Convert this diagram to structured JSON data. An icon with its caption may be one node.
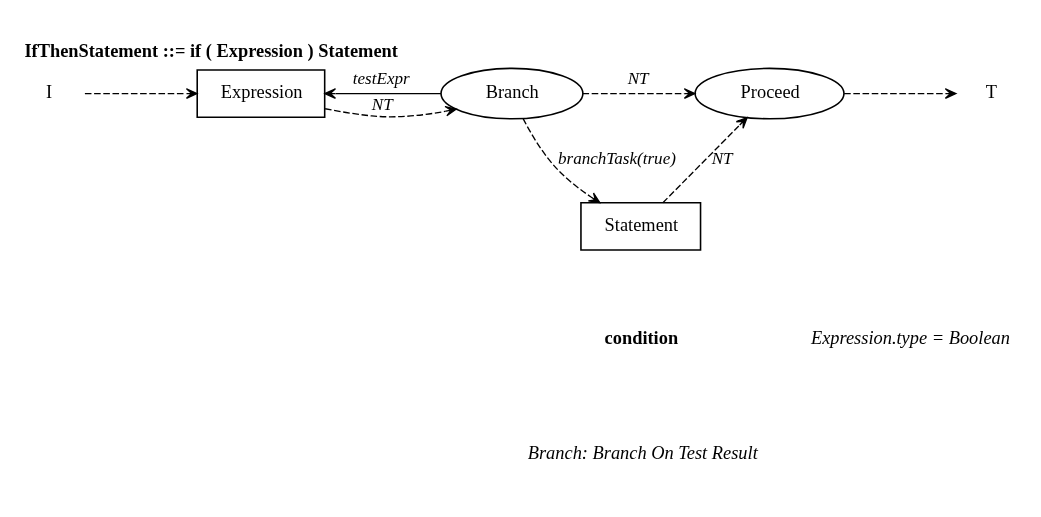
{
  "diagram": {
    "title": "IfThenStatement ::= if ( Expression ) Statement",
    "nodes": [
      {
        "text": [
          "I"
        ]
      },
      {
        "text": [
          "Expression"
        ]
      },
      {
        "text": [
          "Branch"
        ]
      },
      {
        "text": [
          "Proceed"
        ]
      },
      {
        "text": [
          "T"
        ]
      },
      {
        "text": [
          "Statement"
        ]
      }
    ],
    "edges": [
      {
        "from": 0,
        "to": 1,
        "arrow": "to",
        "style": "dashed"
      },
      {
        "from": 1,
        "to": 2,
        "arrow": "to",
        "style": "dashed",
        "label": "NT"
      },
      {
        "from": 2,
        "to": 3,
        "arrow": "to",
        "style": "dashed",
        "label": "NT"
      },
      {
        "from": 3,
        "to": 4,
        "arrow": "to",
        "style": "dashed"
      },
      {
        "from": 2,
        "to": 1,
        "arrow": "to",
        "label": "testExpr"
      },
      {
        "from": 2,
        "to": 5,
        "arrow": "to",
        "style": "dashed",
        "label": "branchTask(true)"
      },
      {
        "from": 5,
        "to": 3,
        "arrow": "to",
        "style": "dashed",
        "label": "NT"
      }
    ],
    "labels": [
      "condition",
      "Expression.type = Boolean",
      "Branch: Branch On Test Result"
    ]
  }
}
